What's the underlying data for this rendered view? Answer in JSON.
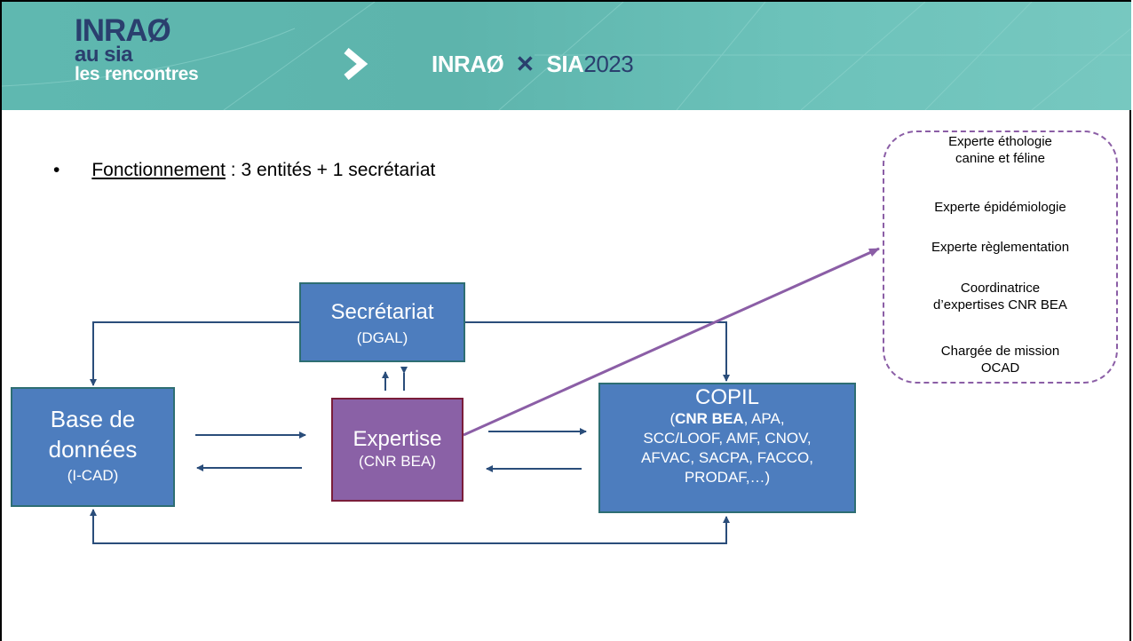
{
  "header": {
    "logo_line1": "INRAØ",
    "logo_line2": "au sia",
    "logo_line3": "les rencontres",
    "event_brand": "INRAØ",
    "event_x": "✕",
    "event_name": "SIA",
    "event_year": "2023",
    "colors": {
      "band": "#5fb8b0",
      "navy": "#2a3f6e"
    }
  },
  "bullet": {
    "symbol": "•",
    "label": "Fonctionnement",
    "text": " : 3 entités + 1 secrétariat"
  },
  "diagram": {
    "secretariat": {
      "title": "Secrétariat",
      "subtitle": "(DGAL)"
    },
    "base": {
      "title_line1": "Base de",
      "title_line2": "données",
      "subtitle": "(I-CAD)"
    },
    "expertise": {
      "title": "Expertise",
      "subtitle": "(CNR BEA)"
    },
    "copil": {
      "title": "COPIL",
      "line1_open": "(",
      "line1_bold": "CNR BEA",
      "line1_rest": ", APA,",
      "line2": "SCC/LOOF, AMF, CNOV,",
      "line3": "AFVAC, SACPA, FACCO,",
      "line4": "PRODAF,…)"
    },
    "colors": {
      "blue_box": "#4d7dbe",
      "purple_box": "#8a61a6",
      "arrow": "#2a4d7a",
      "purple_arrow": "#8b5ea6"
    }
  },
  "experts": {
    "e1_line1": "Experte éthologie",
    "e1_line2": "canine et féline",
    "e2": "Experte épidémiologie",
    "e3": "Experte règlementation",
    "e4_line1": "Coordinatrice",
    "e4_line2": "d’expertises CNR BEA",
    "e5_line1": "Chargée de mission",
    "e5_line2": "OCAD"
  }
}
